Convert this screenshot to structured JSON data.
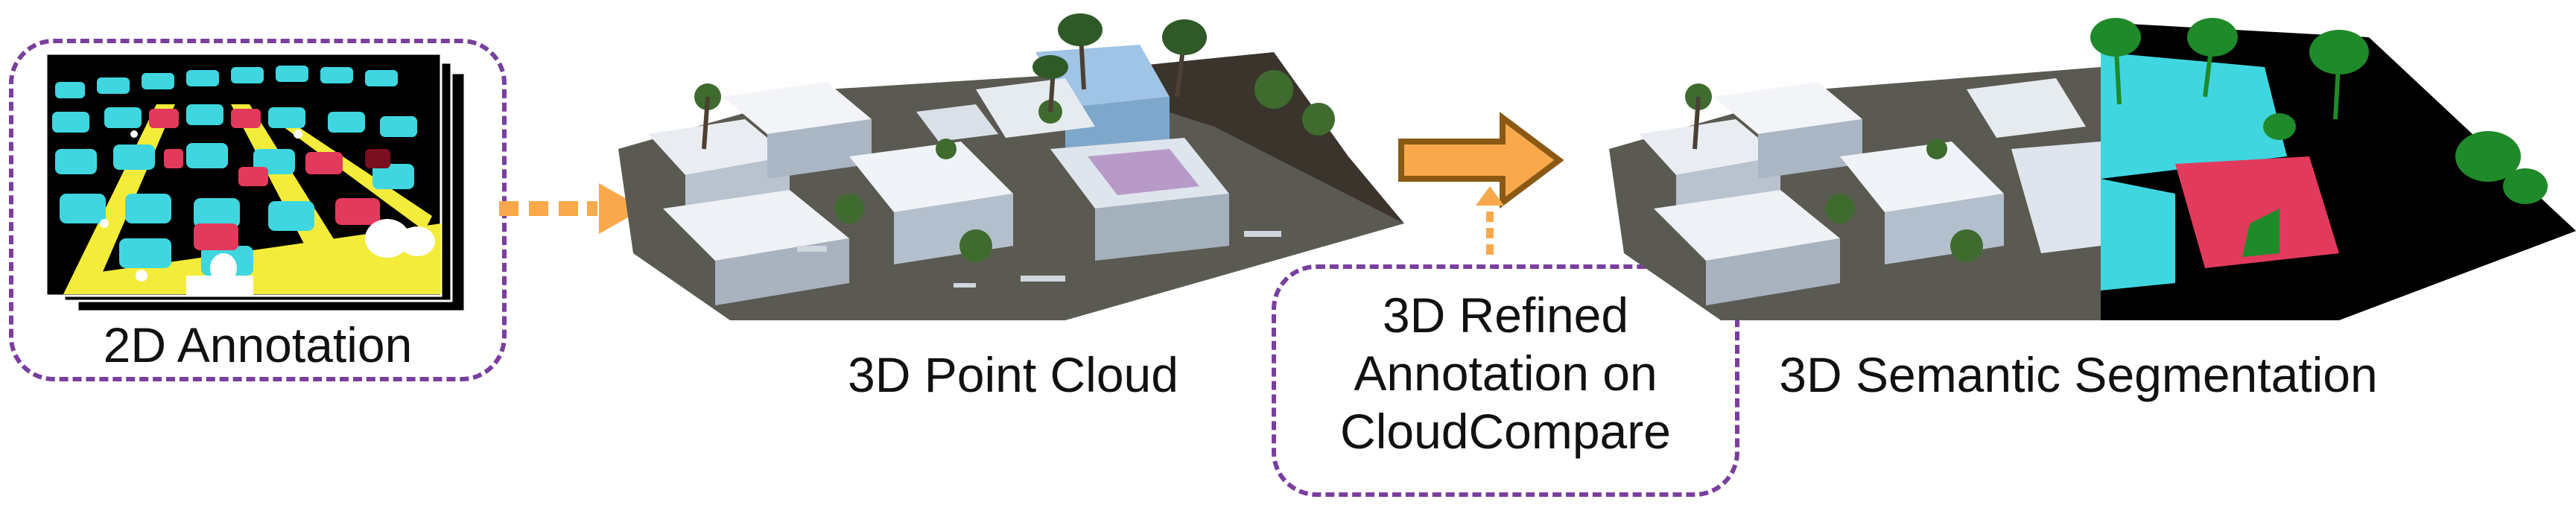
{
  "pipeline": {
    "stage_2d": {
      "label": "2D Annotation"
    },
    "stage_point_cloud": {
      "label": "3D Point Cloud"
    },
    "stage_refined": {
      "label_lines": [
        "3D Refined",
        "Annotation on",
        "CloudCompare"
      ]
    },
    "stage_segmentation": {
      "label": "3D Semantic Segmentation"
    }
  },
  "colors": {
    "box_border": "#7a3f9e",
    "arrow_fill": "#f9a94b",
    "arrow_outline": "#8a5a14",
    "class_building": "#3fd6e0",
    "class_damaged": "#e23a5c",
    "class_road": "#f4ec3a",
    "class_vegetation": "#1f8a2a",
    "class_background": "#000000"
  },
  "icons": [
    "dashed-arrow-icon",
    "solid-arrow-icon",
    "dotted-up-arrow-icon"
  ]
}
